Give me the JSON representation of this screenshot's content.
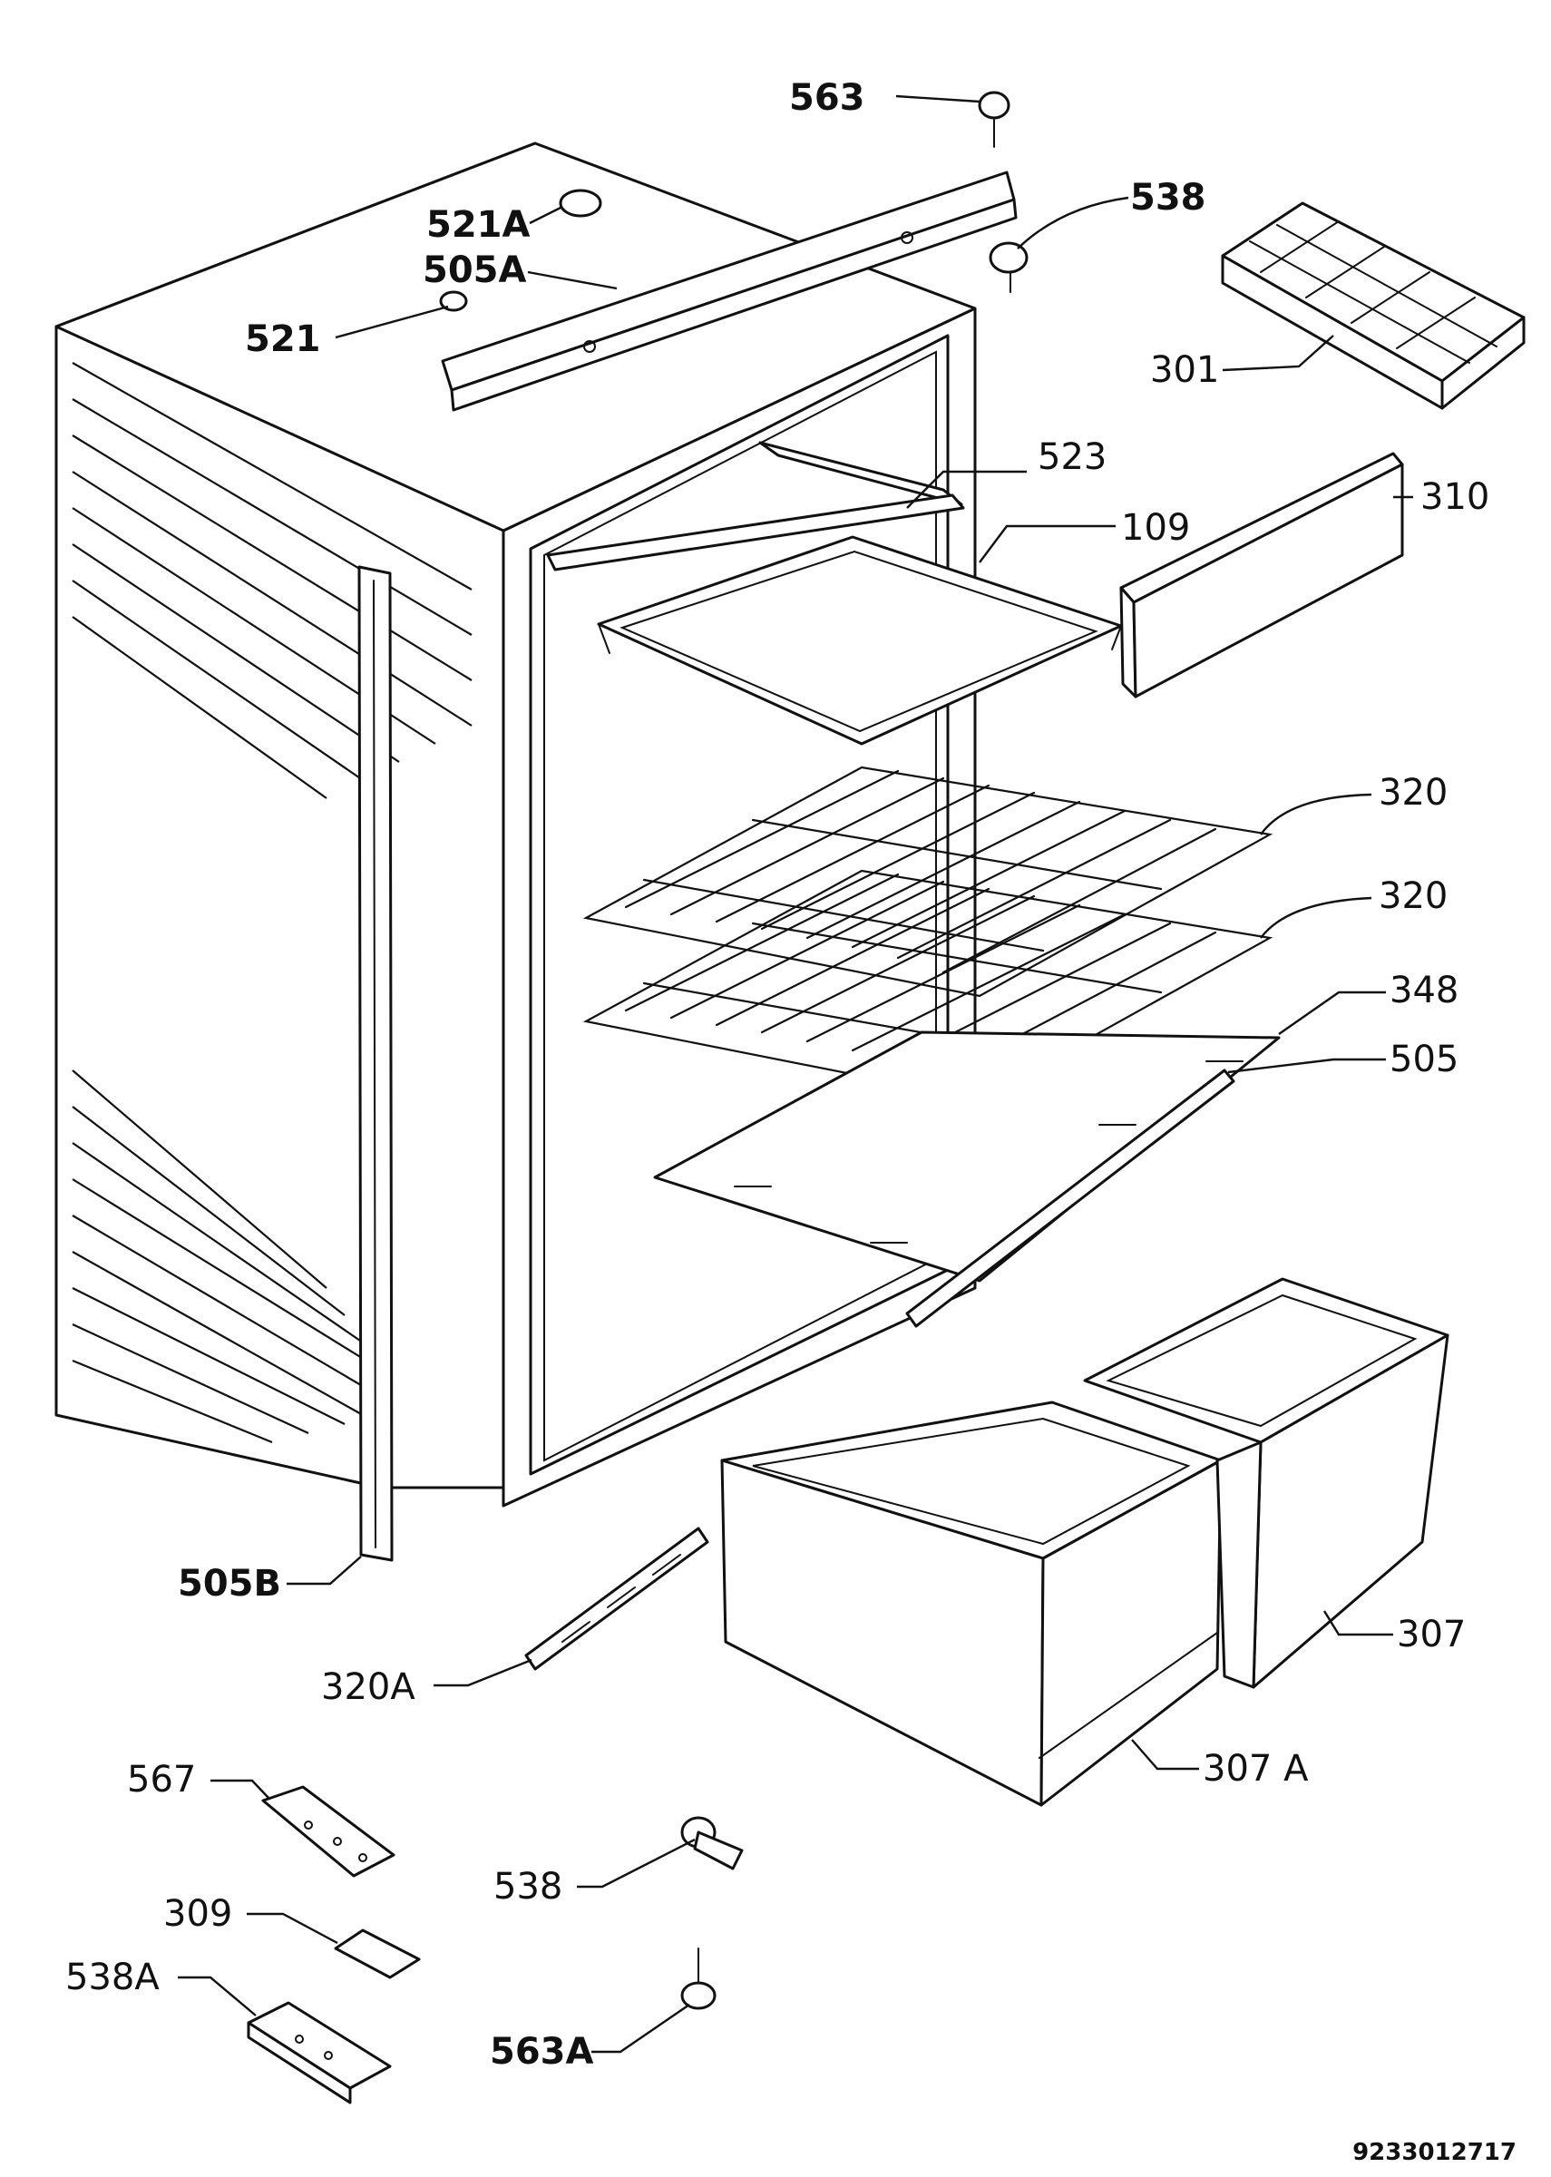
{
  "diagram": {
    "style": "exploded parts view, black line art on white",
    "line_color": "#111111",
    "background_color": "#ffffff",
    "drawing_number": "9233012717",
    "callouts": [
      {
        "id": "563-top",
        "label": "563"
      },
      {
        "id": "538-top",
        "label": "538"
      },
      {
        "id": "521a",
        "label": "521A"
      },
      {
        "id": "505a",
        "label": "505A"
      },
      {
        "id": "521",
        "label": "521"
      },
      {
        "id": "301",
        "label": "301"
      },
      {
        "id": "523",
        "label": "523"
      },
      {
        "id": "310",
        "label": "310"
      },
      {
        "id": "109",
        "label": "109"
      },
      {
        "id": "320-upper",
        "label": "320"
      },
      {
        "id": "320-lower",
        "label": "320"
      },
      {
        "id": "348",
        "label": "348"
      },
      {
        "id": "505",
        "label": "505"
      },
      {
        "id": "505b",
        "label": "505B"
      },
      {
        "id": "307",
        "label": "307"
      },
      {
        "id": "320a",
        "label": "320A"
      },
      {
        "id": "307a",
        "label": "307 A"
      },
      {
        "id": "567",
        "label": "567"
      },
      {
        "id": "538-bottom",
        "label": "538"
      },
      {
        "id": "309",
        "label": "309"
      },
      {
        "id": "538a",
        "label": "538A"
      },
      {
        "id": "563a",
        "label": "563A"
      }
    ]
  }
}
